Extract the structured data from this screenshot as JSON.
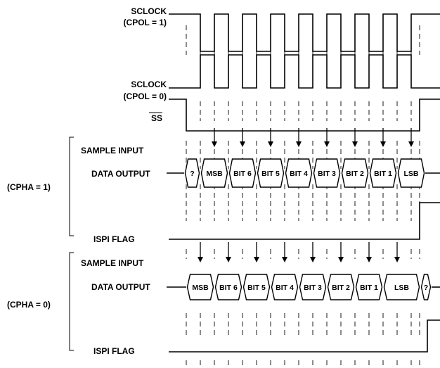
{
  "signals": {
    "sclock_cpol1": {
      "line1": "SCLOCK",
      "line2": "(CPOL = 1)"
    },
    "sclock_cpol0": {
      "line1": "SCLOCK",
      "line2": "(CPOL = 0)"
    },
    "ss": "SS"
  },
  "group_cpha1": {
    "label": "(CPHA = 1)",
    "sample_input": "SAMPLE INPUT",
    "data_output": "DATA OUTPUT",
    "ispi_flag": "ISPI FLAG",
    "cells": [
      "?",
      "MSB",
      "BIT 6",
      "BIT 5",
      "BIT 4",
      "BIT 3",
      "BIT 2",
      "BIT 1",
      "LSB"
    ]
  },
  "group_cpha0": {
    "label": "(CPHA = 0)",
    "sample_input": "SAMPLE INPUT",
    "data_output": "DATA OUTPUT",
    "ispi_flag": "ISPI FLAG",
    "cells": [
      "MSB",
      "BIT 6",
      "BIT 5",
      "BIT 4",
      "BIT 3",
      "BIT 2",
      "BIT 1",
      "LSB",
      "?"
    ]
  }
}
